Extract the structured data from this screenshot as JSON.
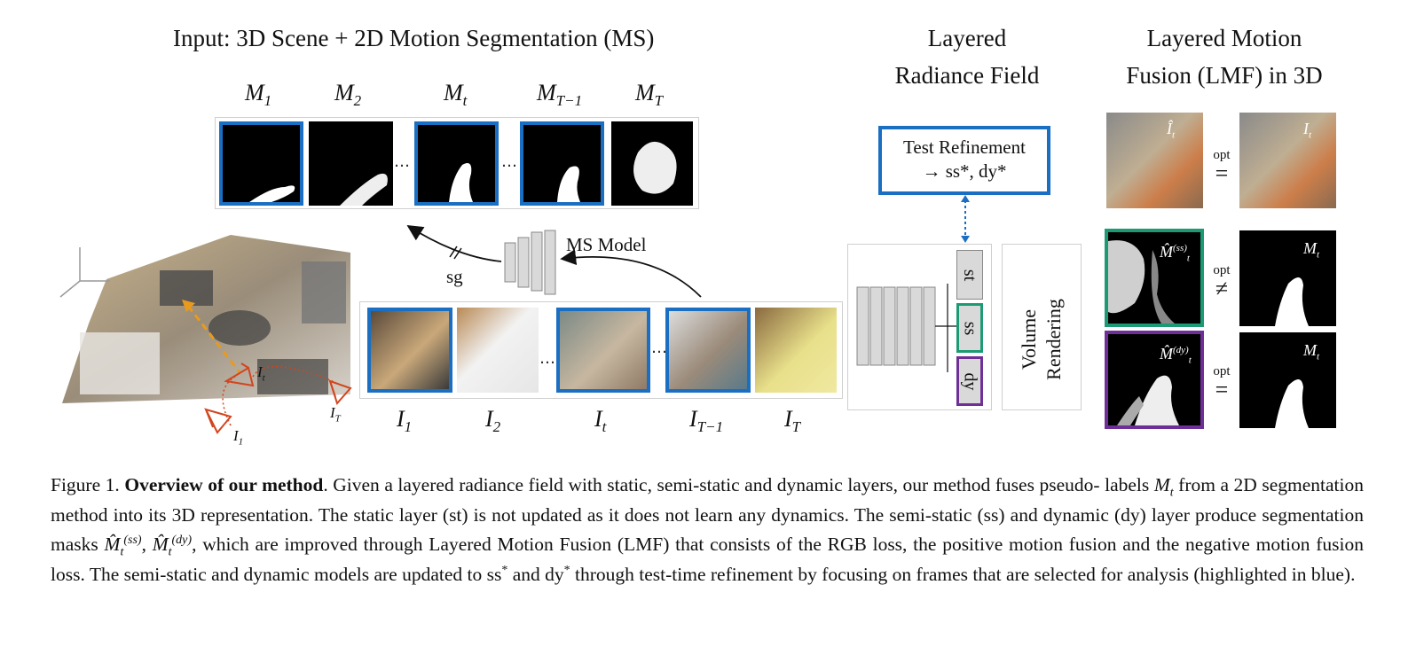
{
  "figure": {
    "input_title": "Input: 3D Scene + 2D Motion Segmentation (MS)",
    "lrf_title_line1": "Layered",
    "lrf_title_line2": "Radiance Field",
    "lmf_title_line1": "Layered Motion",
    "lmf_title_line2": "Fusion (LMF) in 3D",
    "mask_labels": [
      {
        "base": "M",
        "sub": "1"
      },
      {
        "base": "M",
        "sub": "2"
      },
      {
        "base": "M",
        "sub": "t"
      },
      {
        "base": "M",
        "sub": "T−1"
      },
      {
        "base": "M",
        "sub": "T"
      }
    ],
    "frame_labels": [
      {
        "base": "I",
        "sub": "1"
      },
      {
        "base": "I",
        "sub": "2"
      },
      {
        "base": "I",
        "sub": "t"
      },
      {
        "base": "I",
        "sub": "T−1"
      },
      {
        "base": "I",
        "sub": "T"
      }
    ],
    "ellipsis": "…",
    "ms_model_label": "MS Model",
    "sg_label": "sg",
    "test_refinement_line1": "Test Refinement",
    "test_refinement_line2": "→ ss*, dy*",
    "layer_st": "st",
    "layer_ss": "ss",
    "layer_dy": "dy",
    "volume_rendering_line1": "Volume",
    "volume_rendering_line2": "Rendering",
    "camera_labels": {
      "i1": "I",
      "i1_sub": "1",
      "it": "I",
      "it_sub": "t",
      "iT": "I",
      "iT_sub": "T"
    },
    "lmf_rows": [
      {
        "left_tag": "Î",
        "left_sub": "t",
        "right_tag": "I",
        "right_sub": "t",
        "relation_top": "opt",
        "relation": "="
      },
      {
        "left_tag": "M̂",
        "left_sub": "t",
        "left_sup": "(ss)",
        "right_tag": "M",
        "right_sub": "t",
        "relation_top": "opt",
        "relation": "≠"
      },
      {
        "left_tag": "M̂",
        "left_sub": "t",
        "left_sup": "(dy)",
        "right_tag": "M",
        "right_sub": "t",
        "relation_top": "opt",
        "relation": "="
      }
    ]
  },
  "caption": {
    "prefix": "Figure 1.",
    "bold": "Overview of our method",
    "s1": ". Given a layered radiance field with static, semi-static and dynamic layers, our method fuses pseudo-",
    "s2a": "labels ",
    "s2m": "M",
    "s2sub": "t",
    "s2b": " from a 2D segmentation method into its 3D representation. The static layer (st) is not updated as it does not learn any dynamics.",
    "s3a": "The semi-static (ss) and dynamic (dy) layer produce segmentation masks ",
    "s3m1": "M̂",
    "s3sub1": "t",
    "s3sup1": "(ss)",
    "s3comma": ", ",
    "s3m2": "M̂",
    "s3sub2": "t",
    "s3sup2": "(dy)",
    "s3b": ", which are improved through Layered Motion",
    "s4": "Fusion (LMF) that consists of the RGB loss, the positive motion fusion and the negative motion fusion loss. The semi-static and dynamic",
    "s5a": "models are updated to ss",
    "s5sup1": "*",
    "s5b": " and dy",
    "s5sup2": "*",
    "s5c": " through test-time refinement by focusing on frames that are selected for analysis (highlighted in blue)."
  },
  "colors": {
    "selected_frame": "#1b6fc2",
    "semi_static": "#1b9a73",
    "dynamic": "#6e2f96",
    "camera": "#d2451e",
    "layer_box": "#d9d9d9"
  }
}
